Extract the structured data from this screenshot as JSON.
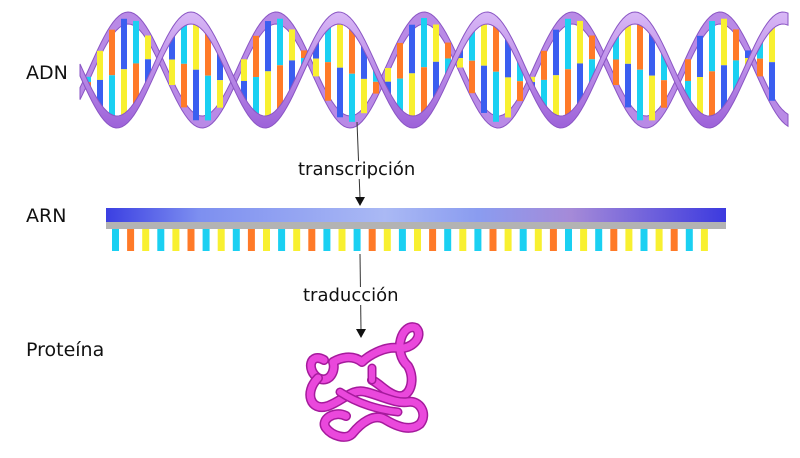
{
  "labels": {
    "dna": "ADN",
    "rna": "ARN",
    "protein": "Proteína"
  },
  "steps": {
    "transcription": "transcripción",
    "translation": "traducción"
  },
  "colors": {
    "base_cyan": "#1ad0f2",
    "base_yellow": "#f8f030",
    "base_orange": "#ff7a28",
    "base_blue": "#3a5ef0",
    "backbone_purple": "#b77ee8",
    "rna_strand_left": "#3a44e6",
    "rna_strand_mid": "#9fb2f2",
    "protein_magenta": "#e43ad8"
  },
  "icons": {
    "dna": "double-helix-icon",
    "rna": "single-strand-icon",
    "protein": "folded-protein-icon",
    "arrow": "down-arrow-icon"
  }
}
